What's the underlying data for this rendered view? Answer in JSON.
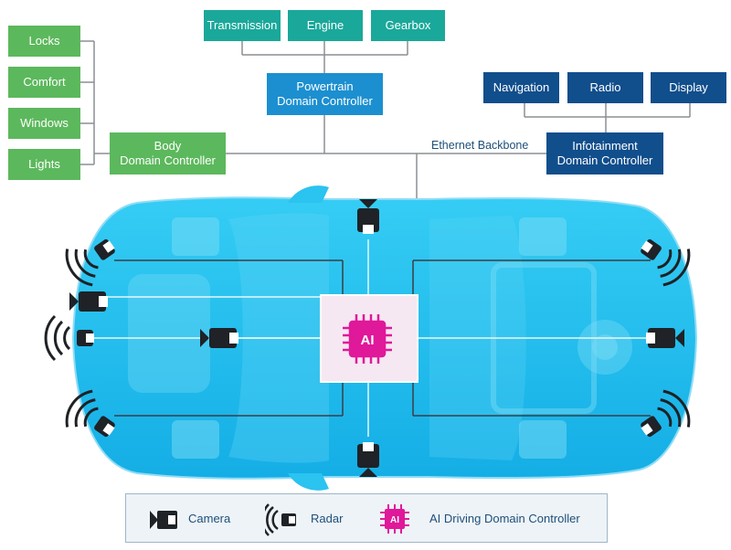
{
  "body_functions": [
    "Locks",
    "Comfort",
    "Windows",
    "Lights"
  ],
  "powertrain_functions": [
    "Transmission",
    "Engine",
    "Gearbox"
  ],
  "infotainment_functions": [
    "Navigation",
    "Radio",
    "Display"
  ],
  "controllers": {
    "powertrain": "Powertrain\nDomain Controller",
    "body": "Body\nDomain Controller",
    "infotainment": "Infotainment\nDomain Controller"
  },
  "backbone_label": "Ethernet Backbone",
  "ai_chip_label": "AI",
  "legend": {
    "camera": "Camera",
    "radar": "Radar",
    "ai_controller": "AI Driving Domain Controller",
    "ai_icon_label": "AI"
  },
  "colors": {
    "body_green": "#5cb85c",
    "powertrain_teal": "#1aa89a",
    "powertrain_controller_blue": "#1c8fd0",
    "infotainment_navy": "#114e8c",
    "car_cyan": "#29c4f0",
    "ai_magenta": "#e0189a"
  }
}
